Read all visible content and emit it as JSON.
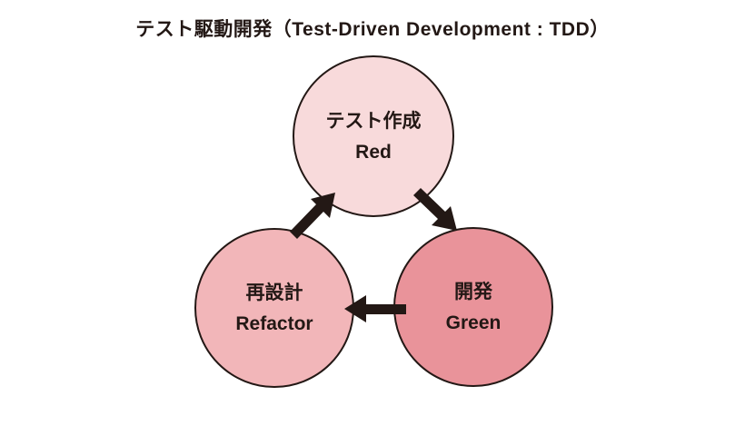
{
  "title": "テスト駆動開発（Test-Driven Development : TDD）",
  "diagram": {
    "nodes": [
      {
        "id": "test-red",
        "jp": "テスト作成",
        "en": "Red",
        "fill": "#f8dadb"
      },
      {
        "id": "develop-green",
        "jp": "開発",
        "en": "Green",
        "fill": "#e9939a"
      },
      {
        "id": "refactor",
        "jp": "再設計",
        "en": "Refactor",
        "fill": "#f2b6b9"
      }
    ],
    "edges": [
      {
        "from": "test-red",
        "to": "develop-green"
      },
      {
        "from": "develop-green",
        "to": "refactor"
      },
      {
        "from": "refactor",
        "to": "test-red"
      }
    ],
    "colors": {
      "outline": "#231815",
      "arrow": "#231815",
      "text": "#231815",
      "background": "#ffffff"
    }
  }
}
